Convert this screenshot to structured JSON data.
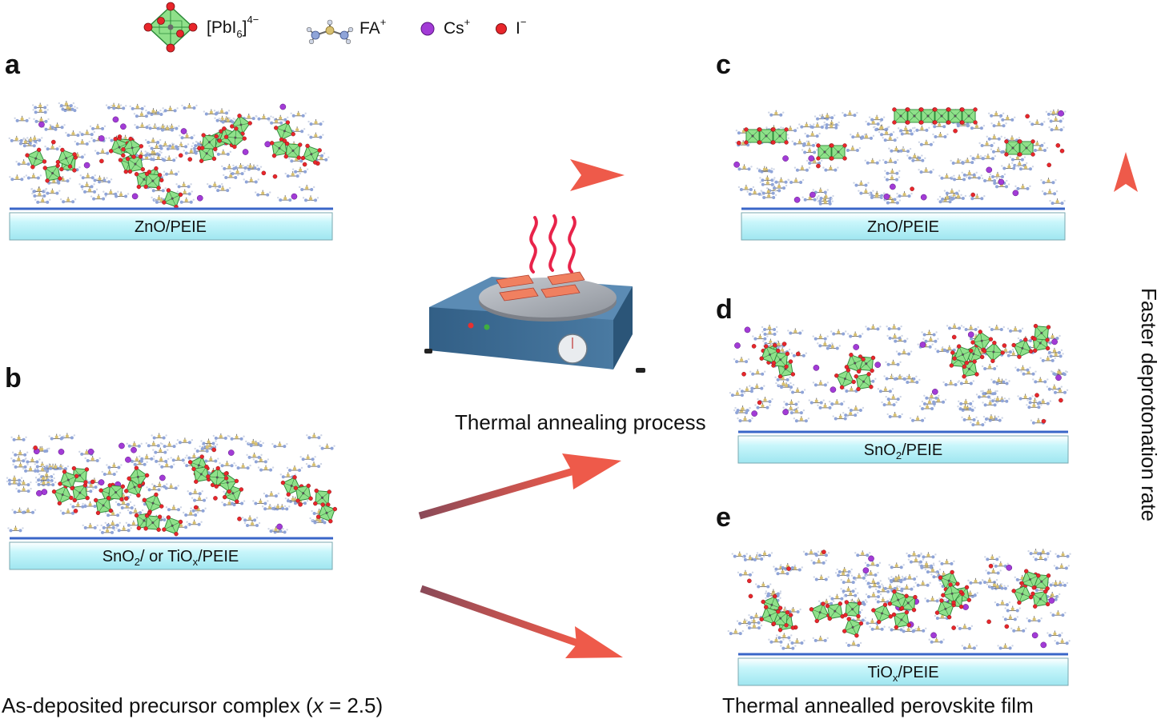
{
  "legend": {
    "pbi6": {
      "text": "[PbI",
      "sub": "6",
      "close": "]",
      "sup": "4−"
    },
    "fa": {
      "text": "FA",
      "sup": "+"
    },
    "cs": {
      "text": "Cs",
      "sup": "+"
    },
    "iodide": {
      "text": "I",
      "sup": "−"
    }
  },
  "panels": {
    "a": {
      "letter": "a",
      "substrate": "ZnO/PEIE"
    },
    "b": {
      "letter": "b",
      "substrate_pre": "SnO",
      "substrate_sub1": "2",
      "substrate_mid": "/ or TiO",
      "substrate_sub2": "x",
      "substrate_post": "/PEIE"
    },
    "c": {
      "letter": "c",
      "substrate": "ZnO/PEIE"
    },
    "d": {
      "letter": "d",
      "substrate_pre": "SnO",
      "substrate_sub": "2",
      "substrate_post": "/PEIE"
    },
    "e": {
      "letter": "e",
      "substrate_pre": "TiO",
      "substrate_sub": "x",
      "substrate_post": "/PEIE"
    }
  },
  "captions": {
    "process": "Thermal annealing process",
    "left_pre": "As-deposited precursor complex (",
    "left_var": "x",
    "left_post": " = 2.5)",
    "right": "Thermal annealled perovskite film",
    "rate": "Faster deprotonation rate"
  },
  "colors": {
    "octahedron": "#8fe08a",
    "octahedron_edge": "#2d8a3a",
    "iodide": "#e8262b",
    "cesium": "#a23bd6",
    "fa_core": "#d8c070",
    "fa_arm": "#8fa4d8",
    "substrate": "#b8f0f6",
    "electrode_line": "#3a66c8",
    "arrow_start": "#8a4a58",
    "arrow_end": "#ee5a4a",
    "hotplate_body": "#3f6e96",
    "hotplate_top": "#a9adb4",
    "sample": "#f08060",
    "heat_wave": "#e8234a"
  }
}
